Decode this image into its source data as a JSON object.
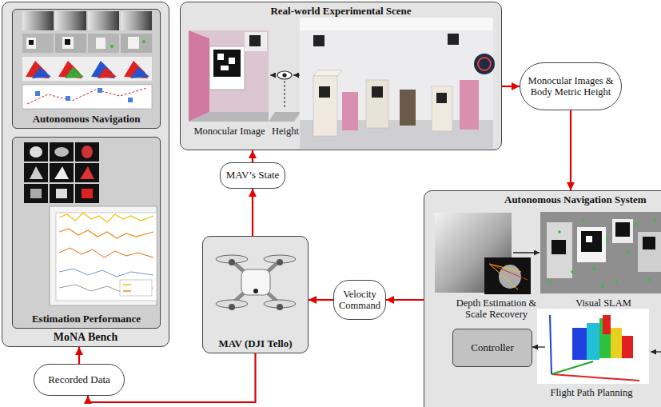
{
  "diagram": {
    "nodes": [
      {
        "text": [
          "MoNA Bench"
        ]
      },
      {
        "text": [
          "Autonomous Navigation"
        ],
        "in": 0
      },
      {
        "text": [
          "Estimation Performance"
        ],
        "in": 0
      },
      {
        "text": [
          "Real-world Experimental Scene"
        ]
      },
      {
        "text": [
          "Monocular Images & Body Metric Height"
        ]
      },
      {
        "text": [
          "Autonomous Navigation System"
        ]
      },
      {
        "text": [
          "Controller"
        ],
        "in": 5
      },
      {
        "text": [
          "MAV’s State"
        ]
      },
      {
        "text": [
          "MAV (DJI Tello)"
        ]
      },
      {
        "text": [
          "Velocity Command"
        ]
      },
      {
        "text": [
          "Recorded Data"
        ]
      }
    ],
    "edges": [
      {
        "from": 10,
        "to": 0,
        "arrow": "to"
      },
      {
        "from": 8,
        "to": 10,
        "arrow": "to"
      },
      {
        "from": 8,
        "to": 7,
        "arrow": "to"
      },
      {
        "from": 7,
        "to": 3,
        "arrow": "to"
      },
      {
        "from": 3,
        "to": 4,
        "arrow": "to"
      },
      {
        "from": 4,
        "to": 5,
        "arrow": "to"
      },
      {
        "from": 5,
        "to": 9,
        "arrow": "to"
      },
      {
        "from": 9,
        "to": 8,
        "arrow": "to"
      }
    ],
    "labels": [
      "Monocular Image",
      "Height",
      "Depth Estimation & Scale Recovery",
      "Visual SLAM",
      "Flight Path Planning"
    ]
  }
}
